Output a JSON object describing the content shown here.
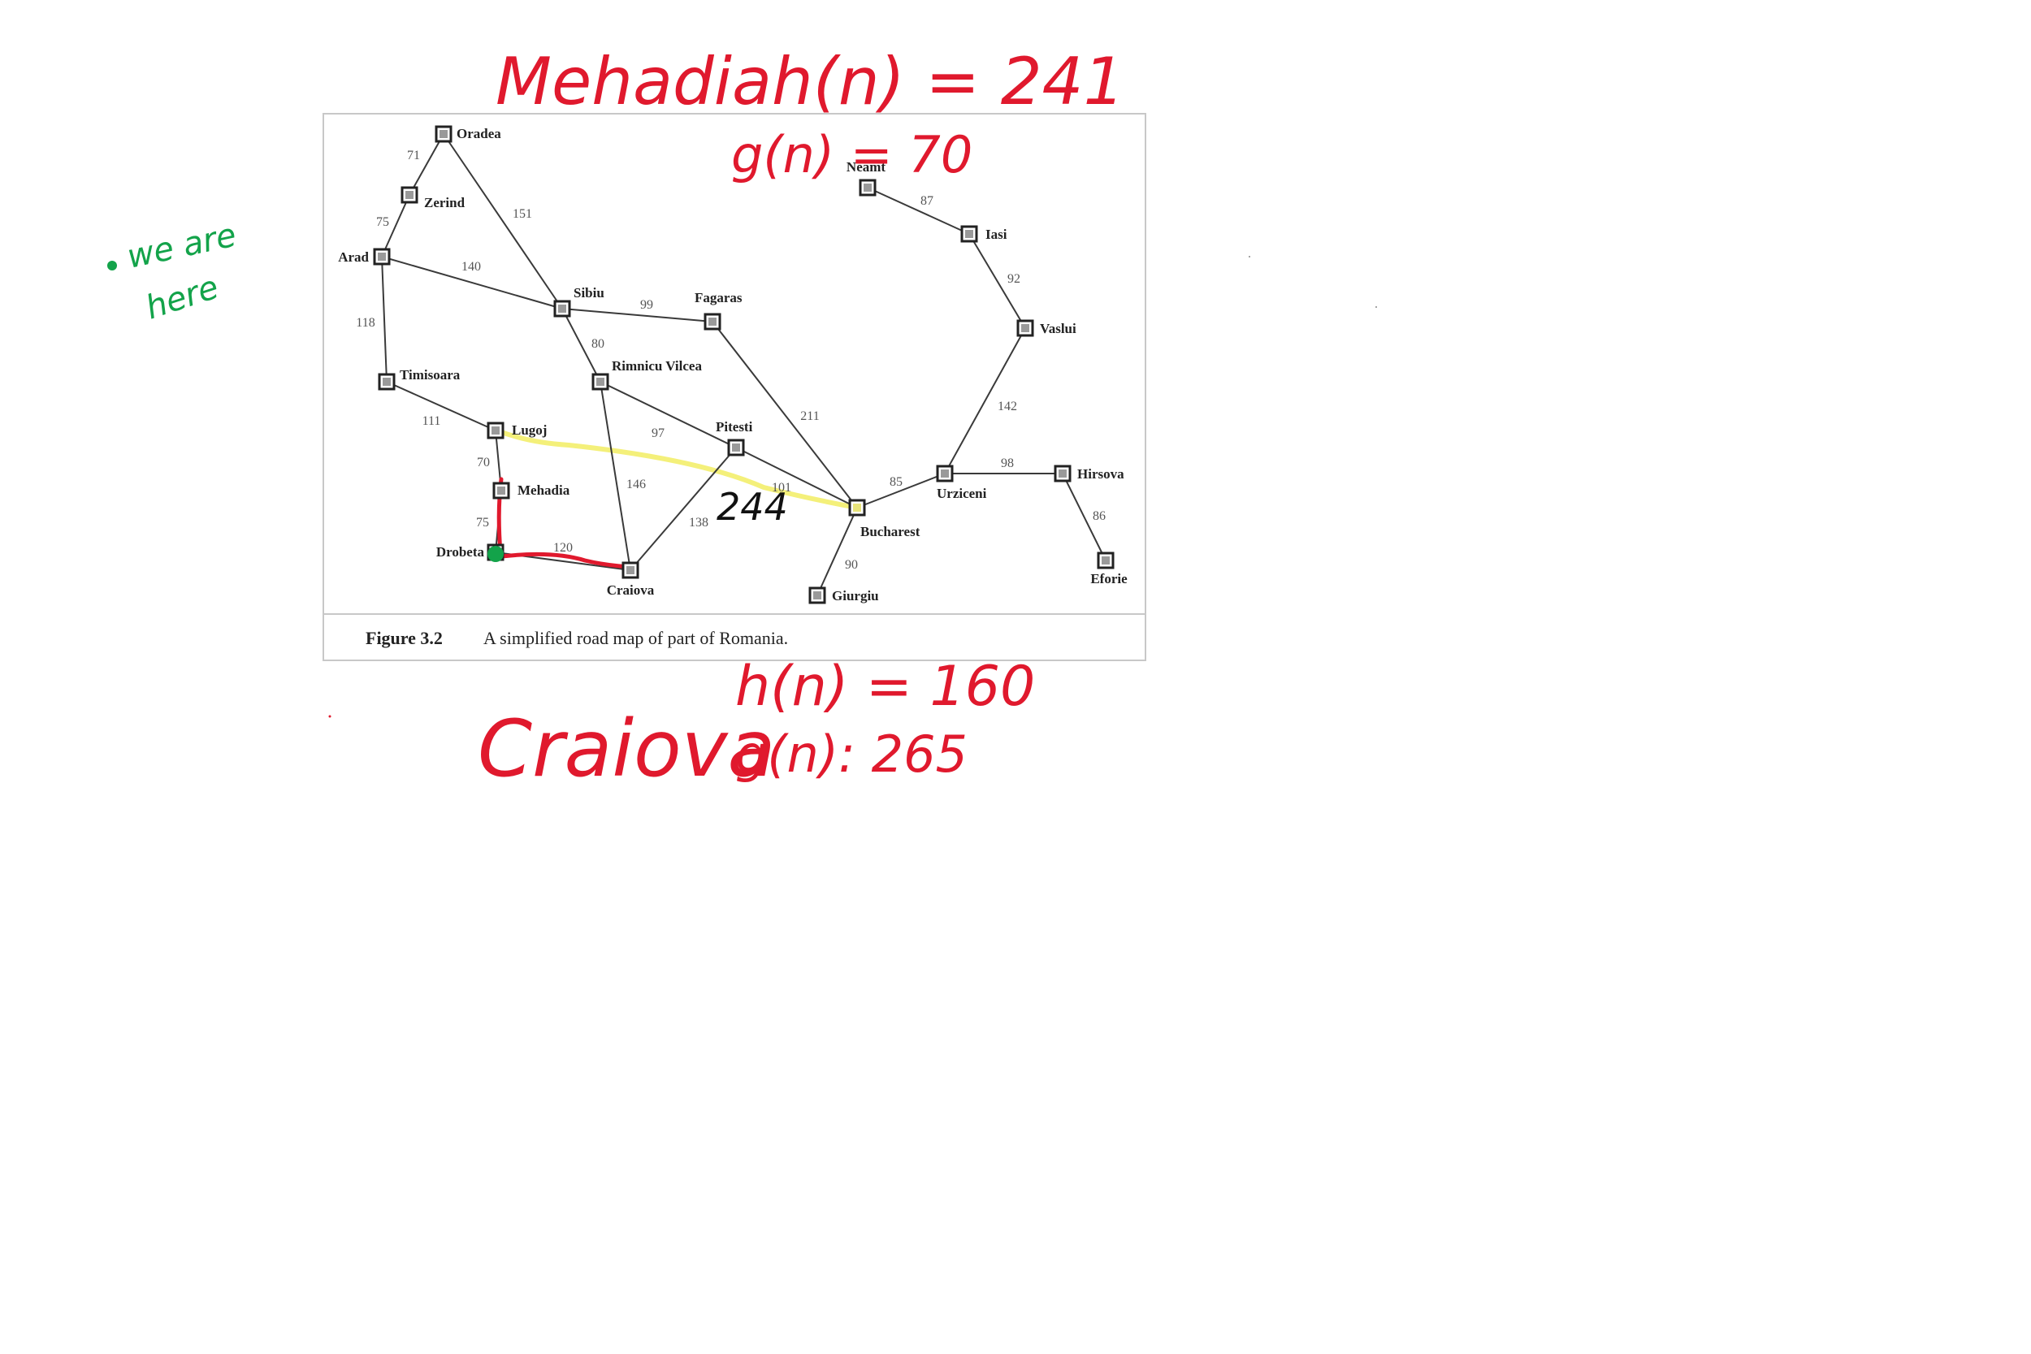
{
  "figure": {
    "label": "Figure 3.2",
    "caption": "A simplified road map of part of Romania."
  },
  "cities": [
    {
      "id": "oradea",
      "name": "Oradea"
    },
    {
      "id": "zerind",
      "name": "Zerind"
    },
    {
      "id": "arad",
      "name": "Arad"
    },
    {
      "id": "timisoara",
      "name": "Timisoara"
    },
    {
      "id": "lugoj",
      "name": "Lugoj"
    },
    {
      "id": "mehadia",
      "name": "Mehadia"
    },
    {
      "id": "drobeta",
      "name": "Drobeta"
    },
    {
      "id": "craiova",
      "name": "Craiova"
    },
    {
      "id": "sibiu",
      "name": "Sibiu"
    },
    {
      "id": "rimnicu",
      "name": "Rimnicu Vilcea"
    },
    {
      "id": "fagaras",
      "name": "Fagaras"
    },
    {
      "id": "pitesti",
      "name": "Pitesti"
    },
    {
      "id": "bucharest",
      "name": "Bucharest"
    },
    {
      "id": "giurgiu",
      "name": "Giurgiu"
    },
    {
      "id": "urziceni",
      "name": "Urziceni"
    },
    {
      "id": "hirsova",
      "name": "Hirsova"
    },
    {
      "id": "eforie",
      "name": "Eforie"
    },
    {
      "id": "vaslui",
      "name": "Vaslui"
    },
    {
      "id": "iasi",
      "name": "Iasi"
    },
    {
      "id": "neamt",
      "name": "Neamt"
    }
  ],
  "roads": [
    {
      "from": "oradea",
      "to": "zerind",
      "distance": "71"
    },
    {
      "from": "zerind",
      "to": "arad",
      "distance": "75"
    },
    {
      "from": "oradea",
      "to": "sibiu",
      "distance": "151"
    },
    {
      "from": "arad",
      "to": "sibiu",
      "distance": "140"
    },
    {
      "from": "arad",
      "to": "timisoara",
      "distance": "118"
    },
    {
      "from": "timisoara",
      "to": "lugoj",
      "distance": "111"
    },
    {
      "from": "lugoj",
      "to": "mehadia",
      "distance": "70"
    },
    {
      "from": "mehadia",
      "to": "drobeta",
      "distance": "75"
    },
    {
      "from": "drobeta",
      "to": "craiova",
      "distance": "120"
    },
    {
      "from": "sibiu",
      "to": "fagaras",
      "distance": "99"
    },
    {
      "from": "sibiu",
      "to": "rimnicu",
      "distance": "80"
    },
    {
      "from": "rimnicu",
      "to": "pitesti",
      "distance": "97"
    },
    {
      "from": "rimnicu",
      "to": "craiova",
      "distance": "146"
    },
    {
      "from": "craiova",
      "to": "pitesti",
      "distance": "138"
    },
    {
      "from": "fagaras",
      "to": "bucharest",
      "distance": "211"
    },
    {
      "from": "pitesti",
      "to": "bucharest",
      "distance": "101"
    },
    {
      "from": "bucharest",
      "to": "giurgiu",
      "distance": "90"
    },
    {
      "from": "bucharest",
      "to": "urziceni",
      "distance": "85"
    },
    {
      "from": "urziceni",
      "to": "hirsova",
      "distance": "98"
    },
    {
      "from": "hirsova",
      "to": "eforie",
      "distance": "86"
    },
    {
      "from": "urziceni",
      "to": "vaslui",
      "distance": "142"
    },
    {
      "from": "vaslui",
      "to": "iasi",
      "distance": "92"
    },
    {
      "from": "iasi",
      "to": "neamt",
      "distance": "87"
    }
  ],
  "annotations": {
    "mehadia_title": "Mehadiah(n) = 241",
    "mehadia_g": "g(n) = 70",
    "we_are_here_1": "we are",
    "we_are_here_2": "here",
    "path_estimate": "244",
    "craiova_title": "Craiova",
    "craiova_h": "h(n) = 160",
    "craiova_g": "g(n): 265",
    "colors": {
      "red": "#e0192d",
      "green": "#13a34a",
      "yellow": "#f4f07a"
    }
  }
}
